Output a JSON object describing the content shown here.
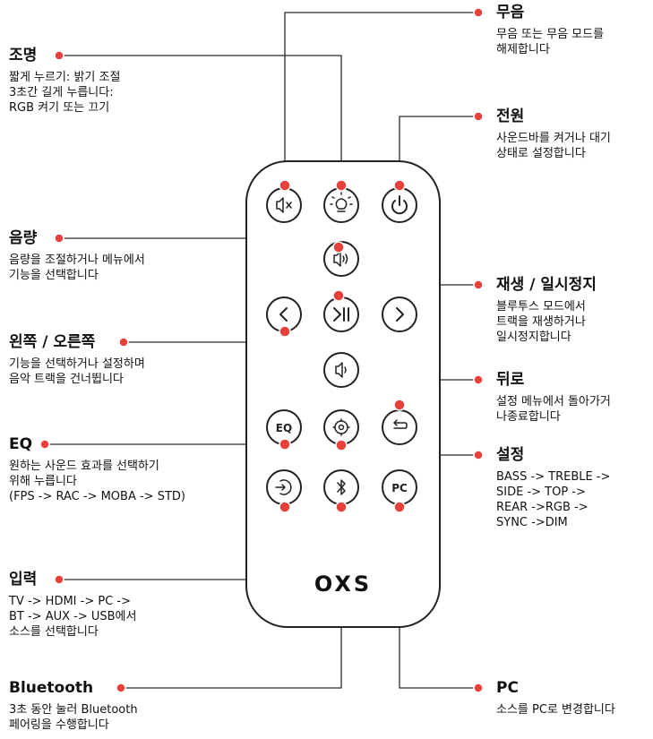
{
  "remote": {
    "logo": "OXS",
    "buttons": {
      "mute": "mute-icon",
      "light": "light-bulb-icon",
      "power": "power-icon",
      "vol_up": "volume-up-icon",
      "prev": "chevron-left-icon",
      "play": "play-pause-icon",
      "next": "chevron-right-icon",
      "vol_down": "volume-down-icon",
      "eq": "EQ",
      "settings": "settings-icon",
      "back": "back-icon",
      "input": "input-icon",
      "bluetooth": "bluetooth-icon",
      "pc": "PC"
    }
  },
  "callouts": {
    "mute": {
      "title": "무음",
      "desc": "무음 또는 무음 모드를\n해제합니다"
    },
    "light": {
      "title": "조명",
      "desc": "짧게 누르기: 밝기 조절\n3초간 길게 누릅니다:\nRGB 켜기 또는 끄기"
    },
    "power": {
      "title": "전원",
      "desc": "사운드바를 켜거나 대기\n상태로 설정합니다"
    },
    "volume": {
      "title": "음량",
      "desc": "음량을 조절하거나 메뉴에서\n기능을 선택합니다"
    },
    "play": {
      "title": "재생 / 일시정지",
      "desc": "블루투스 모드에서\n트랙을 재생하거나\n일시정지합니다"
    },
    "leftright": {
      "title": "왼쪽 / 오른쪽",
      "desc": "기능을 선택하거나 설정하며\n음악 트랙을 건너뜁니다"
    },
    "back": {
      "title": "뒤로",
      "desc": "설정 메뉴에서 돌아가거\n나종료합니다"
    },
    "eq": {
      "title": "EQ",
      "desc": "원하는 사운드 효과를 선택하기\n위해 누릅니다\n(FPS -> RAC -> MOBA -> STD)"
    },
    "settings": {
      "title": "설정",
      "desc": "BASS -> TREBLE ->\nSIDE -> TOP ->\nREAR ->RGB ->\nSYNC ->DIM"
    },
    "input": {
      "title": "입력",
      "desc": "TV -> HDMI -> PC ->\nBT -> AUX -> USB에서\n소스를 선택합니다"
    },
    "bluetooth": {
      "title": "Bluetooth",
      "desc": "3초 동안 눌러 Bluetooth\n페어링을 수행합니다"
    },
    "pc": {
      "title": "PC",
      "desc": "소스를 PC로 변경합니다"
    }
  },
  "colors": {
    "accent": "#e8403a",
    "line": "#2b2b2b"
  }
}
